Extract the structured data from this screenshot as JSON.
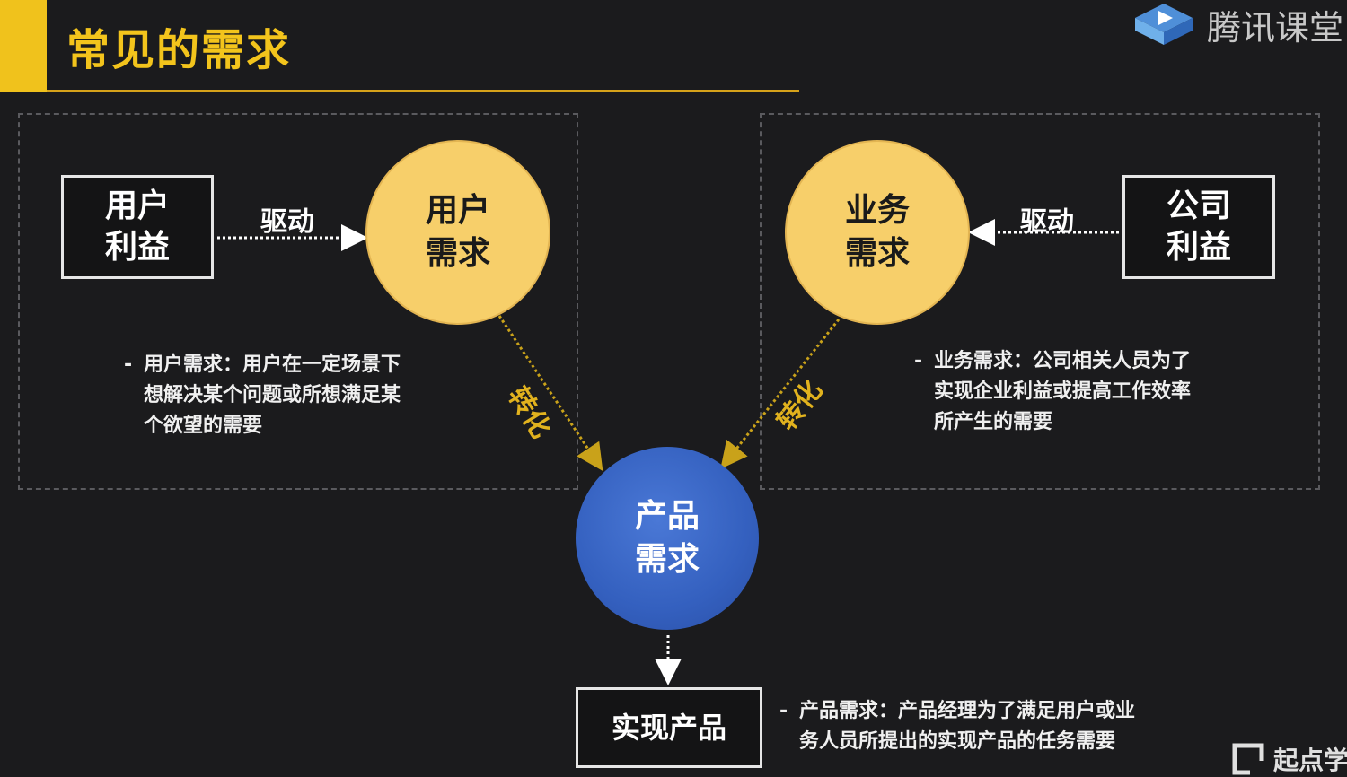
{
  "slide": {
    "title": "常见的需求",
    "brand": "腾讯课堂",
    "corner_brand": "起点学"
  },
  "left": {
    "source_lines": [
      "用户",
      "利益"
    ],
    "drive_label": "驱动",
    "need_lines": [
      "用户",
      "需求"
    ],
    "desc_lines": [
      "用户需求：用户在一定场景下",
      "想解决某个问题或所想满足某",
      "个欲望的需要"
    ]
  },
  "right": {
    "source_lines": [
      "公司",
      "利益"
    ],
    "drive_label": "驱动",
    "need_lines": [
      "业务",
      "需求"
    ],
    "desc_lines": [
      "业务需求：公司相关人员为了",
      "实现企业利益或提高工作效率",
      "所产生的需要"
    ]
  },
  "center": {
    "transform_left": "转化",
    "transform_right": "转化",
    "need_lines": [
      "产品",
      "需求"
    ],
    "result_label": "实现产品",
    "desc_lines": [
      "产品需求：产品经理为了满足用户或业",
      "务人员所提出的实现产品的任务需要"
    ]
  },
  "colors": {
    "accent_yellow": "#f0c21c",
    "circle_yellow": "#f7cf6a",
    "circle_blue": "#3460bf",
    "arrow_gold": "#c9a21a"
  }
}
